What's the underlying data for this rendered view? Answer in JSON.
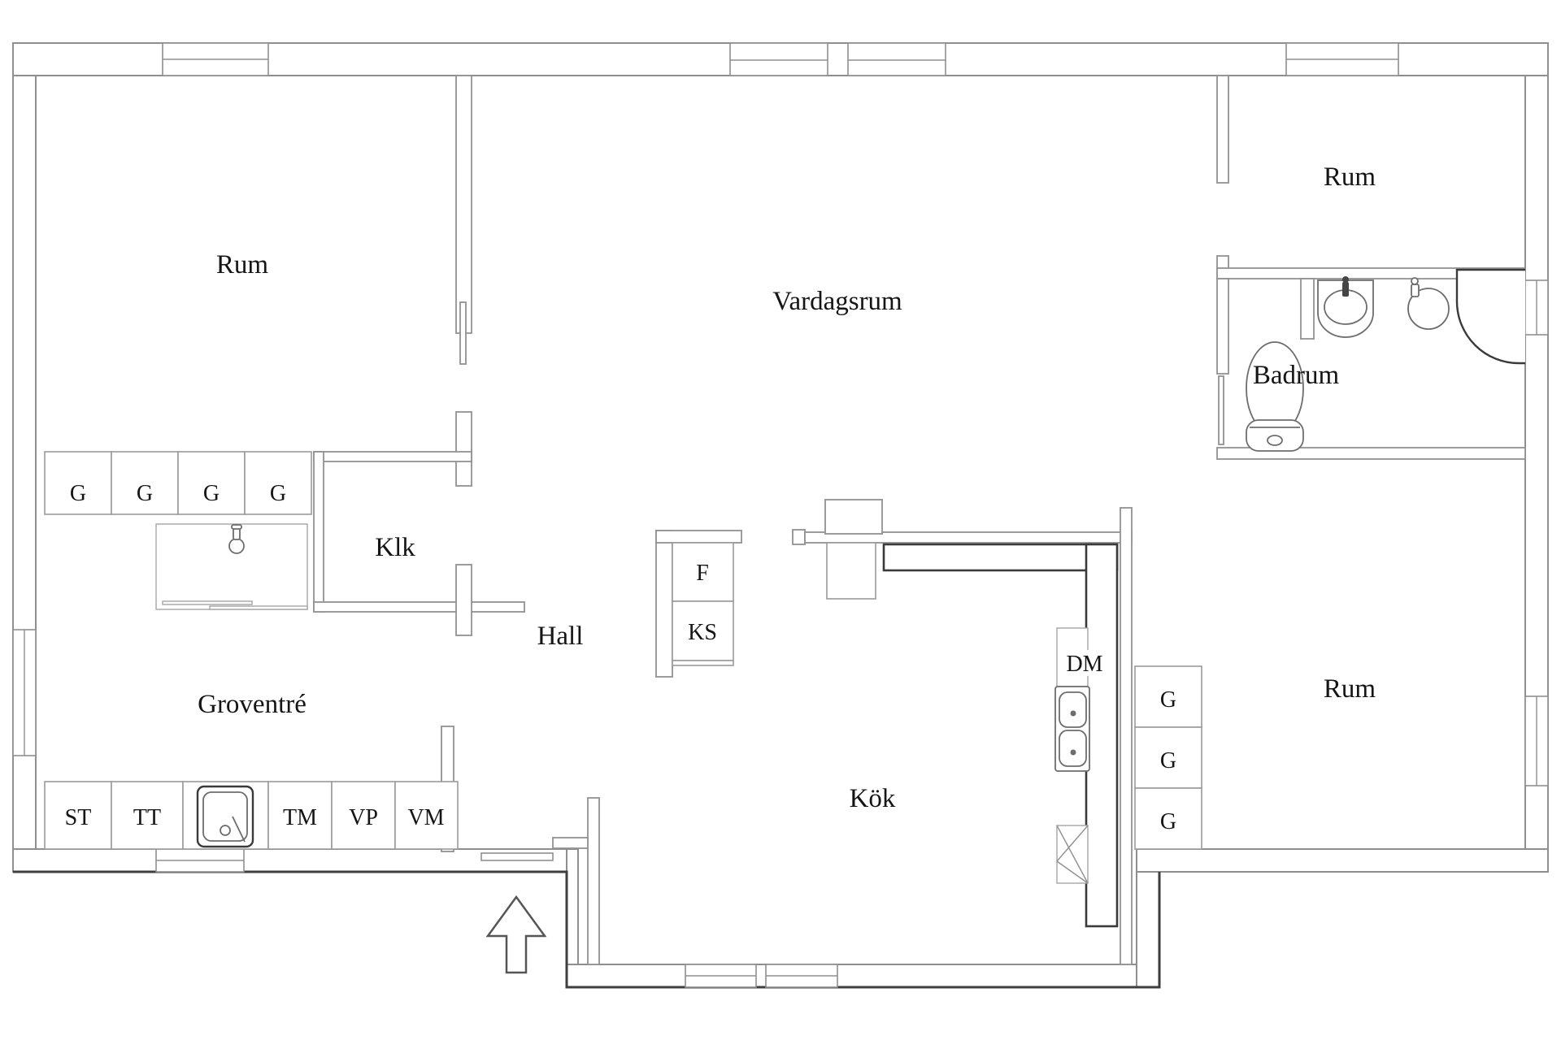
{
  "plan": {
    "type": "floor-plan",
    "language": "Swedish",
    "colors": {
      "background": "#ffffff",
      "wall_stroke": "#8f8f8f",
      "emphasis_stroke": "#3e3e3e",
      "text": "#151515"
    }
  },
  "rooms": [
    {
      "id": "rum-top-left",
      "label": "Rum"
    },
    {
      "id": "vardagsrum",
      "label": "Vardagsrum"
    },
    {
      "id": "rum-top-right",
      "label": "Rum"
    },
    {
      "id": "badrum",
      "label": "Badrum"
    },
    {
      "id": "klk",
      "label": "Klk"
    },
    {
      "id": "hall",
      "label": "Hall"
    },
    {
      "id": "groventre",
      "label": "Groventré"
    },
    {
      "id": "kok",
      "label": "Kök"
    },
    {
      "id": "rum-bottom-right",
      "label": "Rum"
    }
  ],
  "wardrobes": {
    "row_top_left": [
      {
        "label": "G"
      },
      {
        "label": "G"
      },
      {
        "label": "G"
      },
      {
        "label": "G"
      }
    ],
    "column_right": [
      {
        "label": "G"
      },
      {
        "label": "G"
      },
      {
        "label": "G"
      }
    ]
  },
  "cabinets": [
    {
      "id": "st",
      "label": "ST"
    },
    {
      "id": "tt",
      "label": "TT"
    },
    {
      "id": "tm",
      "label": "TM"
    },
    {
      "id": "vp",
      "label": "VP"
    },
    {
      "id": "vm",
      "label": "VM"
    }
  ],
  "appliances": {
    "fridge": {
      "label": "F"
    },
    "freezer": {
      "label": "KS"
    },
    "dishwasher": {
      "label": "DM"
    }
  },
  "fixtures": [
    "laundry-sink",
    "shower-head",
    "kitchen-double-sink",
    "stove",
    "bathroom-basin-oval",
    "bathroom-basin-round",
    "corner-shower",
    "toilet",
    "entrance-arrow"
  ]
}
